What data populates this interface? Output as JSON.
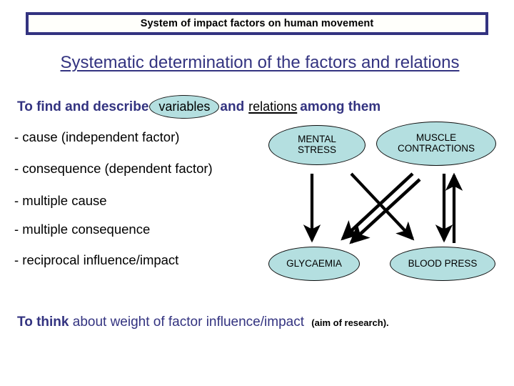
{
  "slide": {
    "title": "System of impact factors on human movement",
    "subtitle": "Systematic determination of the factors and relations"
  },
  "lead_line": {
    "part1": "To find and describe",
    "chip": "variables",
    "part2": "and",
    "emphasis": "relations",
    "part3": "among them"
  },
  "bullets": [
    "- cause (independent factor)",
    "- consequence (dependent factor)",
    "- multiple cause",
    "- multiple consequence",
    "- reciprocal influence/impact"
  ],
  "diagram": {
    "nodes": [
      {
        "id": "mental-stress",
        "label": "MENTAL\nSTRESS",
        "line1": "MENTAL",
        "line2": "STRESS"
      },
      {
        "id": "muscle-contractions",
        "label": "MUSCLE\nCONTRACTIONS",
        "line1": "MUSCLE",
        "line2": "CONTRACTIONS"
      },
      {
        "id": "glycaemia",
        "label": "GLYCAEMIA",
        "line1": "GLYCAEMIA",
        "line2": ""
      },
      {
        "id": "blood-press",
        "label": "BLOOD PRESS",
        "line1": "BLOOD PRESS",
        "line2": ""
      }
    ],
    "edges": [
      {
        "from": "mental-stress",
        "to": "glycaemia",
        "direction": "down"
      },
      {
        "from": "mental-stress",
        "to": "blood-press",
        "direction": "diagonal-down-right"
      },
      {
        "from": "muscle-contractions",
        "to": "glycaemia",
        "direction": "diagonal-down-left"
      },
      {
        "from": "muscle-contractions",
        "to": "glycaemia",
        "direction": "diagonal-down-left-2"
      },
      {
        "from": "muscle-contractions",
        "to": "blood-press",
        "direction": "down"
      },
      {
        "from": "blood-press",
        "to": "muscle-contractions",
        "direction": "up"
      }
    ]
  },
  "footer": {
    "bold": "To think",
    "regular": "about weight of factor influence/impact",
    "aim": "(aim of research)."
  },
  "colors": {
    "navy": "#333380",
    "node_fill": "#b4dfe0",
    "node_stroke": "#0d0d0d",
    "text_black": "#000000",
    "background": "#ffffff"
  }
}
